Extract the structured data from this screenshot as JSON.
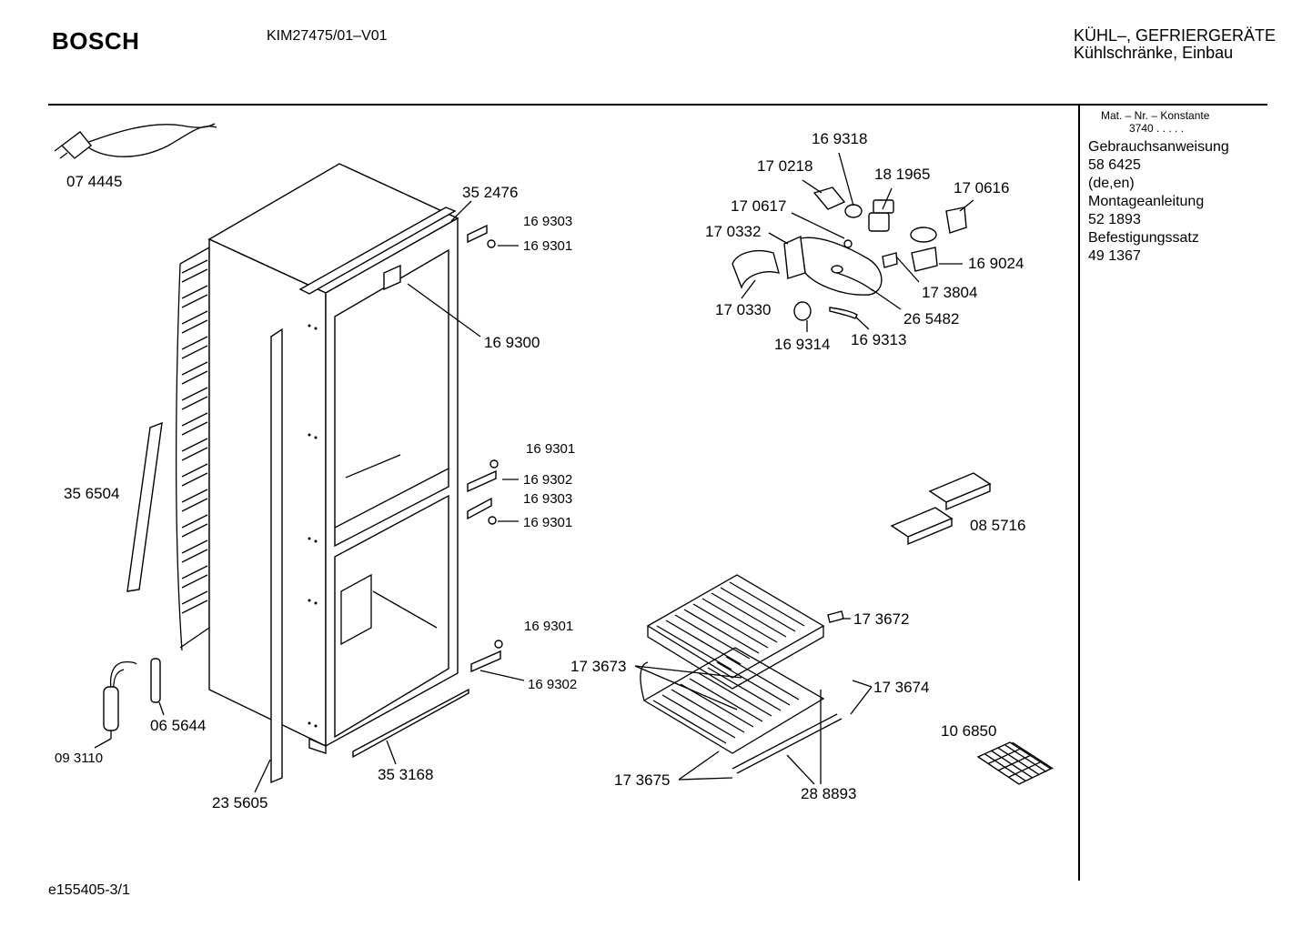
{
  "header": {
    "brand": "BOSCH",
    "model": "KIM27475/01–V01",
    "category_line1": "KÜHL–, GEFRIERGERÄTE",
    "category_line2": "Kühlschränke, Einbau"
  },
  "sidebar": {
    "mat_label": "Mat. – Nr. – Konstante",
    "mat_value": "3740 .  .  .  .  .",
    "items": [
      {
        "name": "Gebrauchsanweisung",
        "number": "58 6425"
      },
      {
        "name": "(de,en)"
      },
      {
        "name": "Montageanleitung",
        "number": "52 1893"
      },
      {
        "name": "Befestigungssatz",
        "number": "49 1367"
      }
    ]
  },
  "parts": [
    "07 4445",
    "35 2476",
    "16 9303",
    "16 9301",
    "16 9300",
    "16 9301",
    "16 9302",
    "16 9303",
    "16 9301",
    "35 6504",
    "16 9301",
    "16 9302",
    "09 3110",
    "06 5644",
    "23 5605",
    "35 3168",
    "16 9318",
    "17 0218",
    "18 1965",
    "17 0616",
    "17 0617",
    "17 0332",
    "16 9024",
    "17 3804",
    "17 0330",
    "26 5482",
    "16 9314",
    "16 9313",
    "08 5716",
    "17 3672",
    "17 3673",
    "17 3674",
    "10 6850",
    "17 3675",
    "28 8893"
  ],
  "footer": {
    "doc_id": "e155405-3/1"
  }
}
